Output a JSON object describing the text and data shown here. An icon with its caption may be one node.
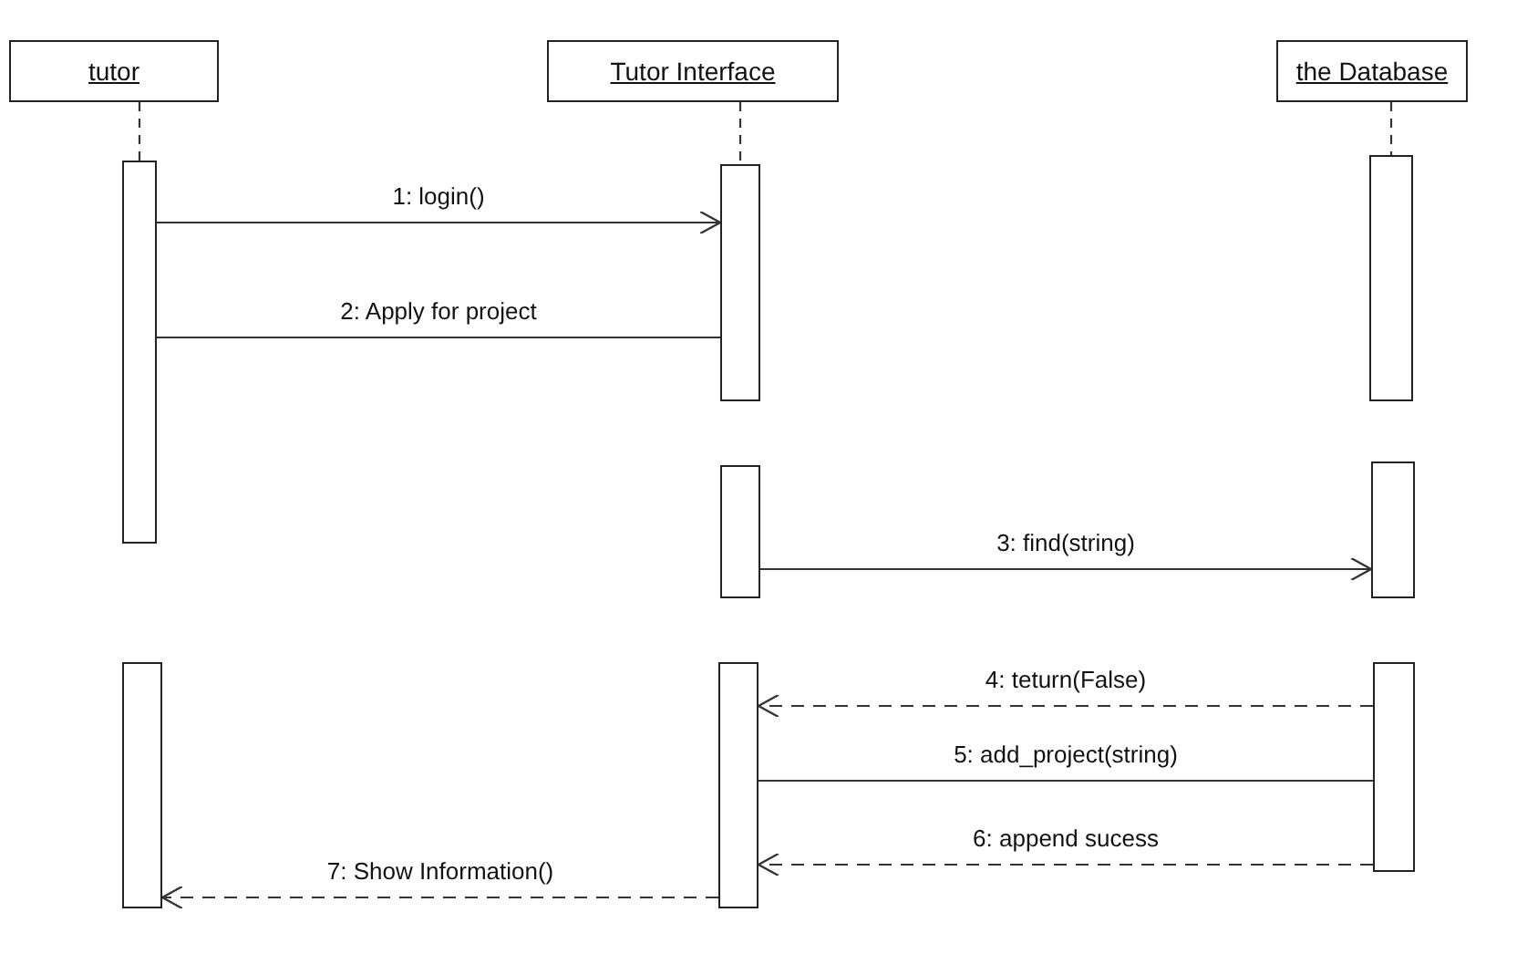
{
  "diagram": {
    "nodes": [
      {
        "text": [
          "tutor"
        ]
      },
      {
        "text": [
          "Tutor Interface"
        ]
      },
      {
        "text": [
          "the Database"
        ]
      },
      {
        "text": [],
        "shape": "bar"
      },
      {
        "text": [],
        "shape": "bar"
      },
      {
        "text": [],
        "shape": "bar"
      },
      {
        "text": [],
        "shape": "bar"
      },
      {
        "text": [],
        "shape": "bar"
      },
      {
        "text": [],
        "shape": "bar"
      },
      {
        "text": [],
        "shape": "bar"
      },
      {
        "text": [],
        "shape": "bar"
      }
    ],
    "edges": [
      {
        "from": 0,
        "to": 3,
        "arrow": "none",
        "style": "dashed"
      },
      {
        "from": 1,
        "to": 4,
        "arrow": "none",
        "style": "dashed"
      },
      {
        "from": 2,
        "to": 5,
        "arrow": "none",
        "style": "dashed"
      },
      {
        "from": 3,
        "to": 4,
        "arrow": "to",
        "label": "1: login()"
      },
      {
        "from": 3,
        "to": 4,
        "arrow": "none",
        "label": "2: Apply for project"
      },
      {
        "from": 6,
        "to": 7,
        "arrow": "to",
        "label": "3: find(string)"
      },
      {
        "from": 10,
        "to": 9,
        "arrow": "to",
        "style": "dashed",
        "label": "4: teturn(False)"
      },
      {
        "from": 9,
        "to": 10,
        "arrow": "none",
        "label": "5: add_project(string)"
      },
      {
        "from": 10,
        "to": 9,
        "arrow": "to",
        "style": "dashed",
        "label": "6: append sucess"
      },
      {
        "from": 9,
        "to": 8,
        "arrow": "to",
        "style": "dashed",
        "label": "7: Show Information()"
      }
    ]
  }
}
